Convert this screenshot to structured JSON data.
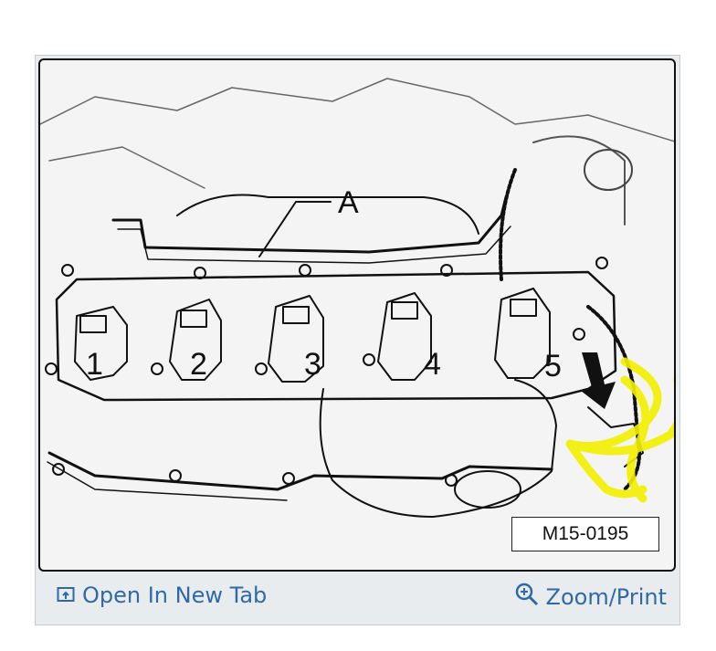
{
  "diagram": {
    "callout_label": "A",
    "cylinder_labels": [
      "1",
      "2",
      "3",
      "4",
      "5"
    ],
    "figure_code": "M15-0195",
    "highlight_color": "#f2f000",
    "line_color": "#111111"
  },
  "toolbar": {
    "open_tab_label": "Open In New Tab",
    "open_tab_icon": "external-link-icon",
    "zoom_label": "Zoom/Print",
    "zoom_icon": "magnifier-plus-icon",
    "link_color": "#2f6aa6"
  }
}
